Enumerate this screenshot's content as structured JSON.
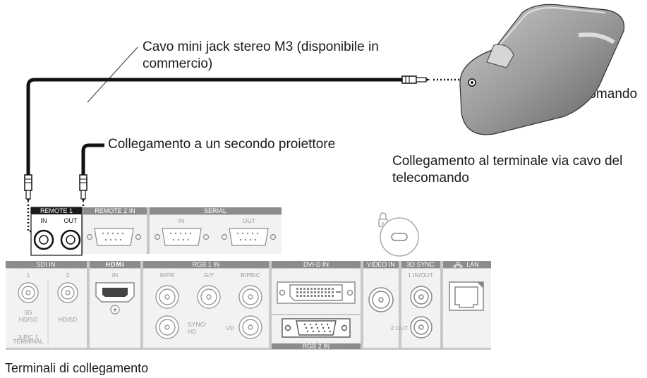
{
  "labels": {
    "cable": "Cavo mini jack stereo M3 (disponibile in commercio)",
    "second_projector": "Collegamento a un secondo proiettore",
    "remote_label": "Telecomando",
    "wired_connection": "Collegamento al terminale via cavo del telecomando",
    "terminals_caption": "Terminali di collegamento"
  },
  "panel": {
    "headers": {
      "remote1": "REMOTE 1",
      "remote2": "REMOTE 2 IN",
      "serial": "SERIAL",
      "sdi": "SDI IN",
      "hdmi": "HDMI",
      "rgb1": "RGB 1 IN",
      "dvi": "DVI-D IN",
      "video": "VIDEO IN",
      "sync3d": "3D SYNC",
      "lan": "LAN",
      "rgb2": "RGB 2 IN"
    },
    "ports": {
      "in": "IN",
      "out": "OUT",
      "sdi1": "1",
      "sdi2": "2",
      "sdi1_sub": "3G",
      "sdi1_sub2": "HD/SD",
      "sdi2_sub": "HD/SD",
      "sdi_note1": "3-PIC 1",
      "sdi_note2": "TERMINAL",
      "hdmi_in": "IN",
      "rpr": "R/PR",
      "gy": "G/Y",
      "bpb": "B/PB/C",
      "synchd": "SYNC/",
      "synchd2": "HD",
      "vd": "VD",
      "sync_in_out": "1 IN/OUT",
      "sync_2out": "2 OUT"
    }
  }
}
